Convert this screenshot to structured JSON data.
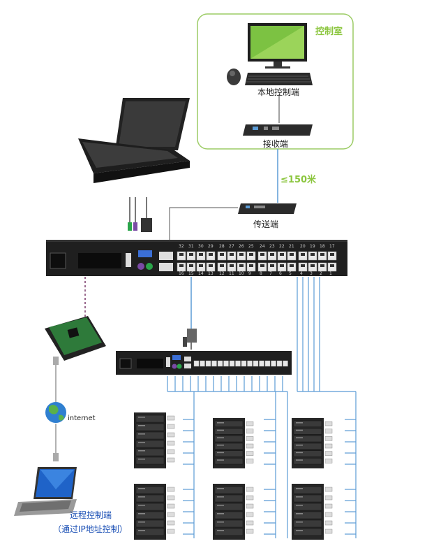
{
  "labels": {
    "control_room": "控制室",
    "local_console": "本地控制端",
    "receiver": "接收端",
    "distance": "≤150米",
    "transmitter": "传送端",
    "internet": "internet",
    "remote_console": "远程控制端",
    "remote_note": "（通过IP地址控制）"
  },
  "ports": {
    "top_row": [
      "32",
      "31",
      "30",
      "29",
      "28",
      "27",
      "26",
      "25",
      "24",
      "23",
      "22",
      "21",
      "20",
      "19",
      "18",
      "17"
    ],
    "bottom_row": [
      "16",
      "15",
      "14",
      "13",
      "12",
      "11",
      "10",
      "9",
      "8",
      "7",
      "6",
      "5",
      "4",
      "3",
      "2",
      "1"
    ]
  },
  "colors": {
    "link_blue": "#5b9bd5",
    "control_room_border": "#9ccc65",
    "accent_green": "#8cc63f",
    "device_dark": "#2b2b2b",
    "remote_blue": "#1a4fb5"
  }
}
